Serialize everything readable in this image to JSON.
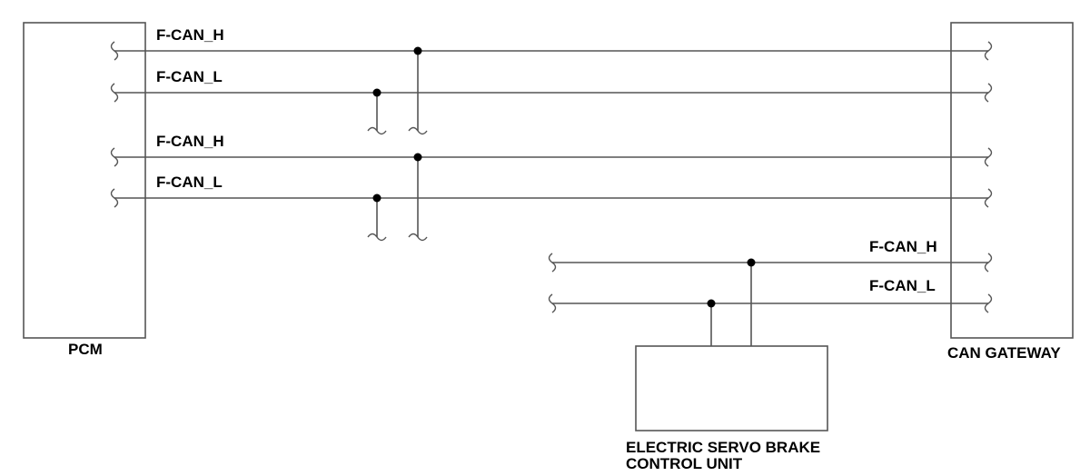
{
  "components": {
    "pcm": "PCM",
    "can_gateway": "CAN GATEWAY",
    "esb_line1": "ELECTRIC SERVO BRAKE",
    "esb_line2": "CONTROL UNIT"
  },
  "wires": {
    "pcm_pair1_high": "F-CAN_H",
    "pcm_pair1_low": "F-CAN_L",
    "pcm_pair2_high": "F-CAN_H",
    "pcm_pair2_low": "F-CAN_L",
    "esb_pair_high": "F-CAN_H",
    "esb_pair_low": "F-CAN_L"
  }
}
